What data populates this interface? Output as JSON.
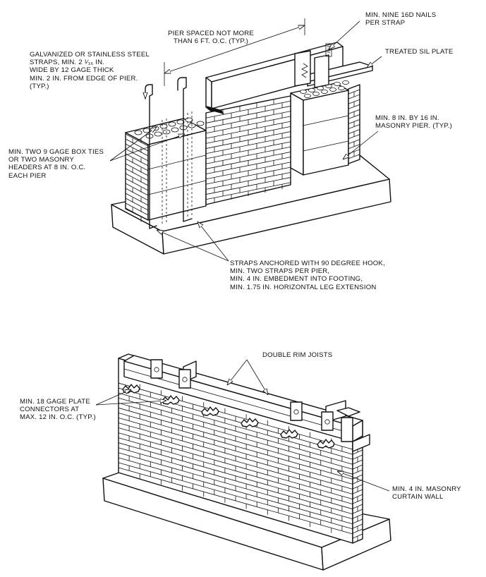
{
  "top_figure": {
    "labels": {
      "nails": "MIN. NINE 16D NAILS\nPER STRAP",
      "pier_spacing": "PIER SPACED NOT MORE\nTHAN 6 FT. O.C. (TYP.)",
      "sill_plate": "TREATED SIL PLATE",
      "straps": "GALVANIZED OR STAINLESS STEEL\nSTRAPS, MIN. 2 ¹⁄₁₆ IN.\nWIDE BY 12 GAGE THICK\nMIN. 2 IN. FROM EDGE OF PIER.\n(TYP.)",
      "masonry_pier": "MIN. 8 IN. BY 16 IN.\nMASONRY PIER. (TYP.)",
      "box_ties": "MIN. TWO 9 GAGE BOX TIES\nOR TWO MASONRY\nHEADERS AT 8 IN. O.C.\nEACH PIER",
      "anchored": "STRAPS ANCHORED WITH 90 DEGREE HOOK,\nMIN. TWO STRAPS PER PIER,\nMIN. 4 IN. EMBEDMENT INTO FOOTING,\nMIN. 1.75 IN. HORIZONTAL LEG EXTENSION"
    }
  },
  "bottom_figure": {
    "labels": {
      "rim_joists": "DOUBLE RIM JOISTS",
      "plate_connectors": "MIN. 18 GAGE PLATE\nCONNECTORS AT\nMAX. 12 IN. O.C. (TYP.)",
      "curtain_wall": "MIN. 4 IN. MASONRY\nCURTAIN WALL"
    }
  }
}
